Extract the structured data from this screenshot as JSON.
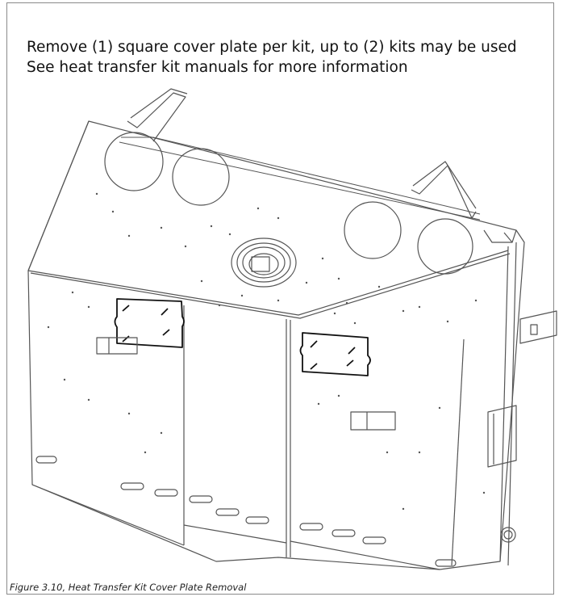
{
  "instructions": {
    "line1": "Remove (1) square cover plate per kit, up to (2) kits may be used",
    "line2": "See heat transfer kit manuals for more information"
  },
  "caption": "Figure 3.10, Heat Transfer Kit Cover Plate Removal"
}
